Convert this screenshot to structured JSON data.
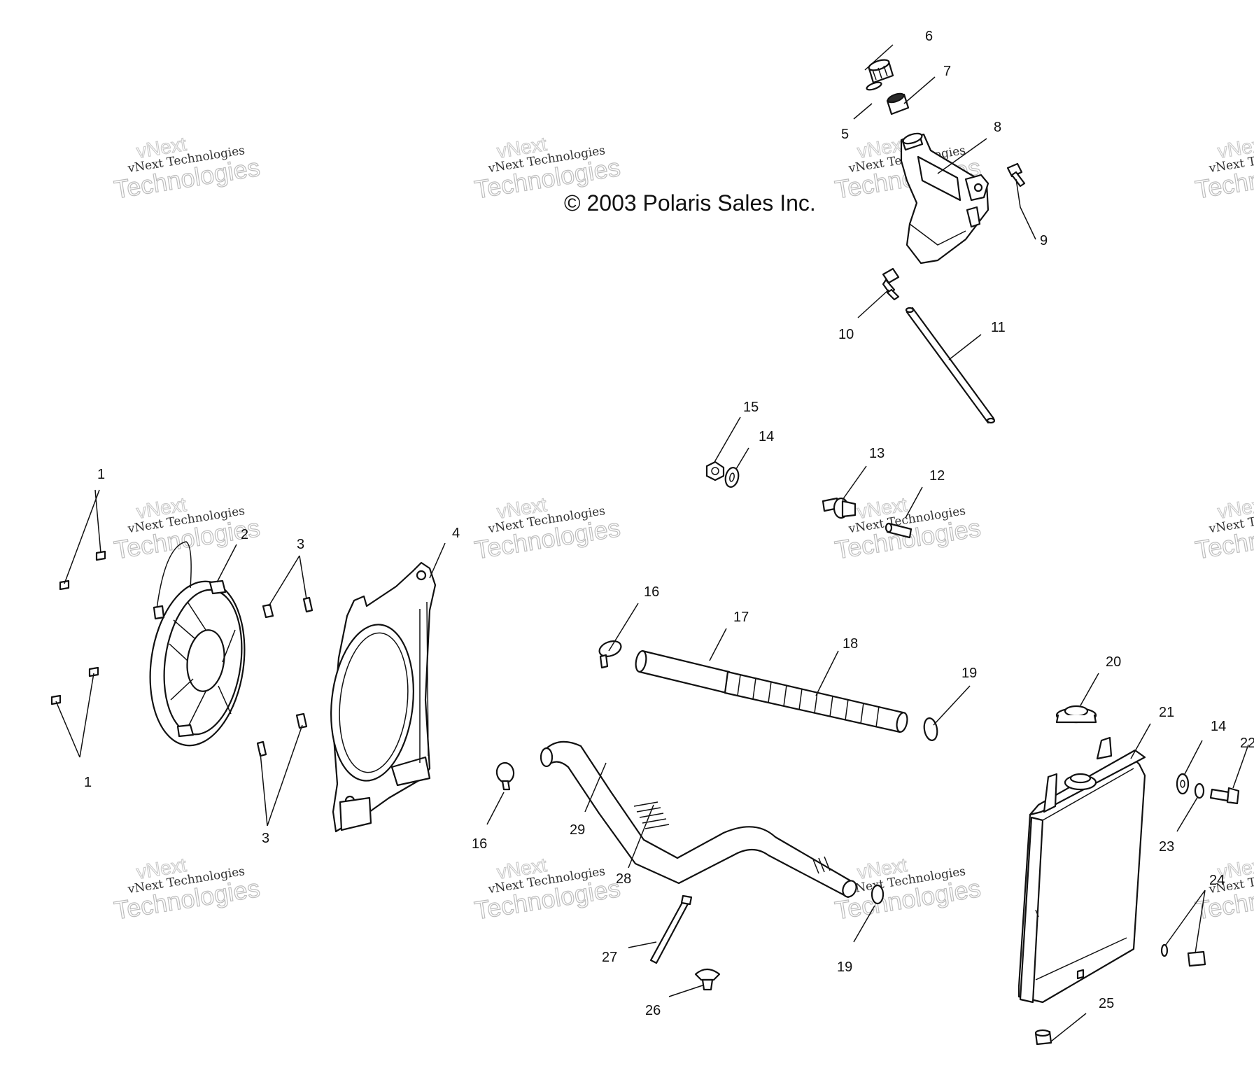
{
  "copyright": "© 2003 Polaris Sales Inc.",
  "watermark": {
    "logo": "vNext",
    "small": "vNext Technologies",
    "big": "Technologies"
  },
  "callouts": {
    "c1a": "1",
    "c1b": "1",
    "c2": "2",
    "c3a": "3",
    "c3b": "3",
    "c4": "4",
    "c5": "5",
    "c6": "6",
    "c7": "7",
    "c8": "8",
    "c9": "9",
    "c10": "10",
    "c11": "11",
    "c12": "12",
    "c13": "13",
    "c14a": "14",
    "c14b": "14",
    "c15": "15",
    "c16a": "16",
    "c16b": "16",
    "c17": "17",
    "c18": "18",
    "c19a": "19",
    "c19b": "19",
    "c20": "20",
    "c21": "21",
    "c22": "22",
    "c23": "23",
    "c24": "24",
    "c25": "25",
    "c26": "26",
    "c27": "27",
    "c28": "28",
    "c29": "29"
  }
}
